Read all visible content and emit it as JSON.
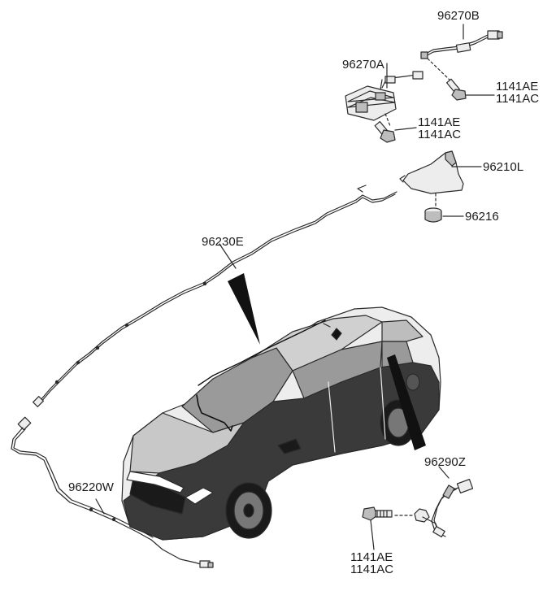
{
  "labels": {
    "p96270B": "96270B",
    "p96270A": "96270A",
    "p1141AE_a": "1141AE",
    "p1141AC_a": "1141AC",
    "p1141AE_b": "1141AE",
    "p1141AC_b": "1141AC",
    "p96210L": "96210L",
    "p96216": "96216",
    "p96230E": "96230E",
    "p96290Z": "96290Z",
    "p96220W": "96220W",
    "p1141AE_c": "1141AE",
    "p1141AC_c": "1141AC"
  },
  "colors": {
    "line": "#2a2a2a",
    "fill_dark": "#111111",
    "fill_mid": "#bdbdbd",
    "fill_light": "#ededed"
  }
}
